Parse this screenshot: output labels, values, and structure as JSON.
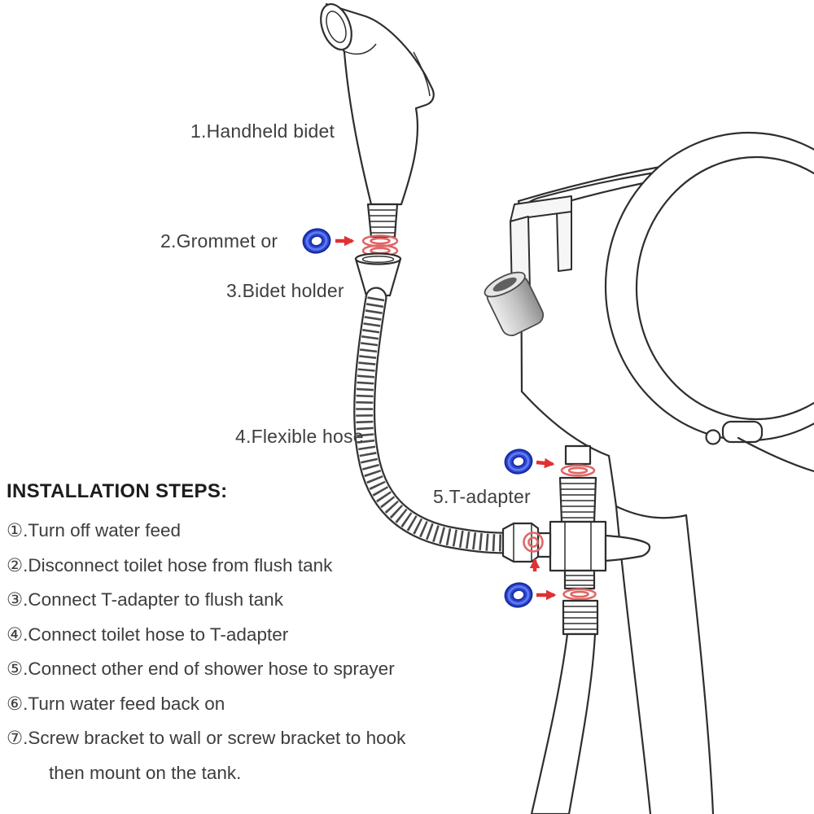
{
  "page": {
    "background": "#ffffff"
  },
  "part_labels": [
    {
      "id": "handheld-bidet",
      "text": "1.Handheld bidet"
    },
    {
      "id": "grommet",
      "text": "2.Grommet or"
    },
    {
      "id": "bidet-holder",
      "text": "3.Bidet holder"
    },
    {
      "id": "flexible-hose",
      "text": "4.Flexible hose"
    },
    {
      "id": "t-adapter",
      "text": "5.T-adapter"
    }
  ],
  "steps": {
    "heading": "INSTALLATION STEPS:",
    "items": [
      "①.Turn off water feed",
      "②.Disconnect toilet hose from flush tank",
      "③.Connect T-adapter to flush tank",
      "④.Connect toilet hose to T-adapter",
      "⑤.Connect other end of shower hose to sprayer",
      "⑥.Turn water feed back on",
      "⑦.Screw bracket to wall or screw bracket to hook",
      "then mount on the tank."
    ]
  },
  "colors": {
    "line_art": "#2e2e2e",
    "accent_red": "#e03131",
    "washer_red": "#e06666",
    "tape_blue": "#2945cf",
    "text": "#3f3f3f"
  },
  "icons": {
    "tape_roll": "teflon-tape-roll-icon",
    "arrow": "red-arrow-icon",
    "washer": "red-washer-rings-icon"
  }
}
